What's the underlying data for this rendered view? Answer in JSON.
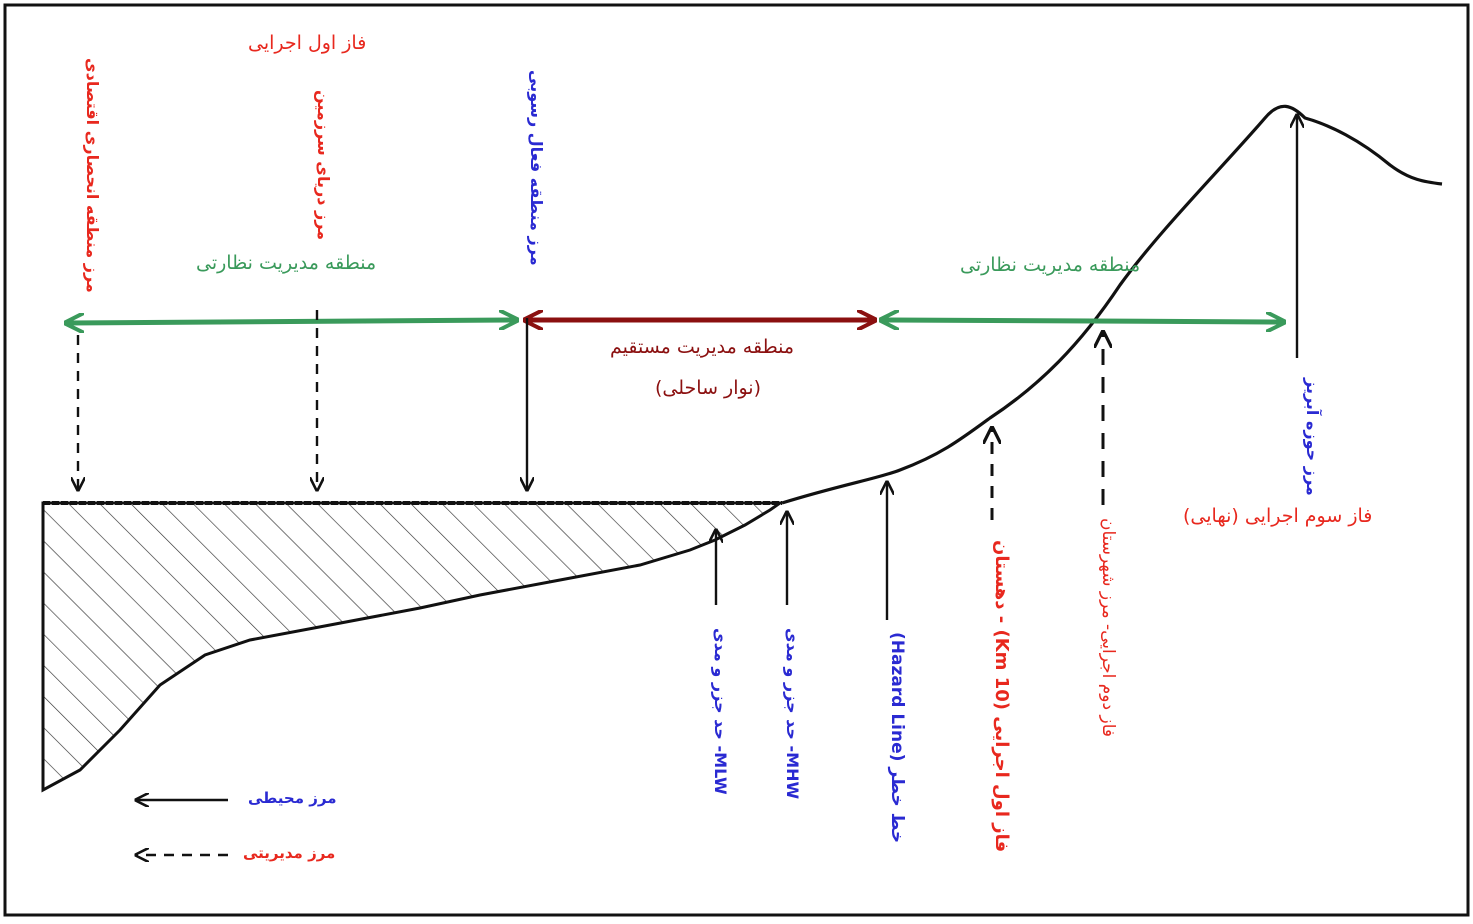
{
  "colors": {
    "green": "#3a9a5b",
    "dark_red": "#8b1010",
    "red": "#e8281e",
    "blue": "#2a2ad2",
    "black": "#111111"
  },
  "labels": {
    "phase1_top": "فاز اول اجرایی",
    "economic_zone_boundary": "مرز منطقه انحصاری اقتصادی",
    "territorial_sea_boundary": "مرز دریای سرزمین",
    "active_sediment_boundary": "مرز منطقه فعال رسوبی",
    "oversight_zone_left": "منطقه مدیریت نظارتی",
    "oversight_zone_right": "منطقه مدیریت نظارتی",
    "direct_zone": "منطقه مدیریت مستقیم",
    "coastal_strip": "(نوار ساحلی)",
    "watershed_boundary": "مرز حوزه آبریز",
    "phase3": "فاز سوم اجرایی (نهایی)",
    "mlw": "MLW- حد جزر و مدی",
    "mhw": "MHW- حد جزر و مدی",
    "hazard_line": "خط خطر (Hazard Line)",
    "phase1_10km": "فاز اول اجرایی (10 Km) - دهستان",
    "phase2": "فاز دوم اجرایی- مرز شهرستان"
  },
  "legend": {
    "environmental": "مرز محیطی",
    "management": "مرز مدیریتی"
  }
}
